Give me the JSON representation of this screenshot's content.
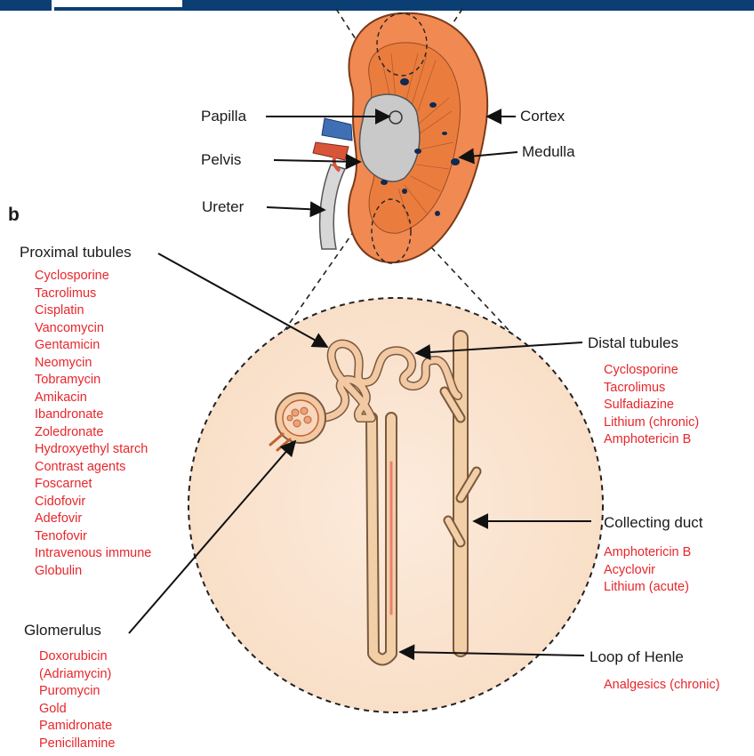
{
  "panel_b": "b",
  "kidney": {
    "papilla": "Papilla",
    "pelvis": "Pelvis",
    "ureter": "Ureter",
    "cortex": "Cortex",
    "medulla": "Medulla"
  },
  "proximal": {
    "title": "Proximal tubules",
    "drugs": [
      "Cyclosporine",
      "Tacrolimus",
      "Cisplatin",
      "Vancomycin",
      "Gentamicin",
      "Neomycin",
      "Tobramycin",
      "Amikacin",
      "Ibandronate",
      "Zoledronate",
      "Hydroxyethyl starch",
      "Contrast agents",
      "Foscarnet",
      "Cidofovir",
      "Adefovir",
      "Tenofovir",
      "Intravenous immune",
      "Globulin"
    ]
  },
  "glomerulus": {
    "title": "Glomerulus",
    "drugs": [
      "Doxorubicin",
      "(Adriamycin)",
      "Puromycin",
      "Gold",
      "Pamidronate",
      "Penicillamine"
    ]
  },
  "distal": {
    "title": "Distal tubules",
    "drugs": [
      "Cyclosporine",
      "Tacrolimus",
      "Sulfadiazine",
      "Lithium (chronic)",
      "Amphotericin B"
    ]
  },
  "collecting": {
    "title": "Collecting duct",
    "drugs": [
      "Amphotericin B",
      "Acyclovir",
      "Lithium (acute)"
    ]
  },
  "henle": {
    "title": "Loop of Henle",
    "drugs": [
      "Analgesics (chronic)"
    ]
  },
  "colors": {
    "drug_text": "#e8262c",
    "cortex": "#f08a52",
    "medulla": "#ea7d3e",
    "nephron_zoom": "#fbe6d4",
    "tubule": "#f3c9a4",
    "vein_blue": "#3f6fb5",
    "artery_red": "#d8553a",
    "header_bar": "#0b3f74"
  }
}
